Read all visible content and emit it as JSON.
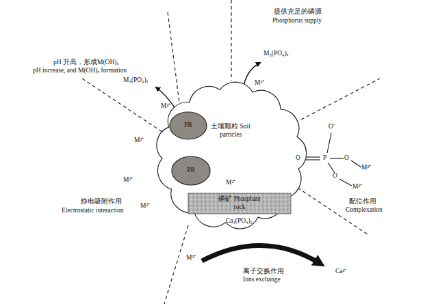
{
  "diagram": {
    "nodes": [
      {
        "text": [
          "土壤颗粒 Soil particles"
        ]
      },
      {
        "text": [
          "PR"
        ],
        "in": 0
      },
      {
        "text": [
          "PR"
        ],
        "in": 0
      },
      {
        "text": [
          "磷矿 Phosphate rock"
        ],
        "in": 0
      }
    ],
    "labels": [
      "pH 升高，形成M(OH)ₓ",
      "pH increase, and M(OH)ₓ formation",
      "M₃(PO₄)ₓ",
      "M²⁺",
      "M²⁺",
      "M²⁺",
      "M²⁺",
      "静电吸附作用",
      "Electrostatic interaction",
      "提供充足的磷源",
      "Phosphorus supply",
      "M₃(PO₄)ₓ",
      "M²⁺",
      "M²⁺",
      "O⁻",
      "O",
      "P",
      "O",
      "O",
      "M²⁺",
      "M²⁺",
      "配位作用",
      "Complexation",
      "Ca₃(PO₄)₂",
      "M²⁺",
      "Ca²⁺",
      "离子交换作用",
      "Ions exchange"
    ]
  }
}
